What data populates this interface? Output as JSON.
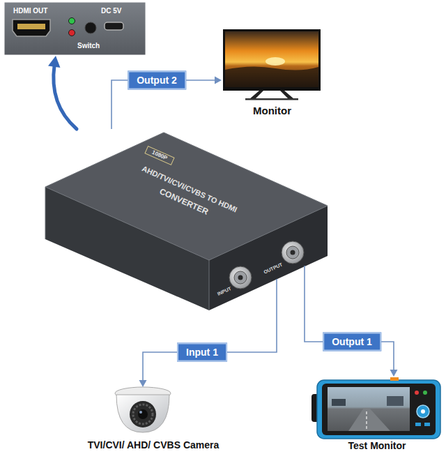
{
  "diagram": {
    "nodes": [
      {
        "text": [
          "HDMI OUT",
          "Switch",
          "DC 5V"
        ]
      },
      {
        "text": [
          "Monitor"
        ]
      },
      {
        "text": [
          "1080P",
          "AHD/TVI/CVI/CVBS TO HDMI",
          "CONVERTER",
          "INPUT",
          "OUTPUT"
        ]
      },
      {
        "text": [
          "TVI/CVI/ AHD/ CVBS Camera"
        ]
      },
      {
        "text": [
          "Test Monitor"
        ]
      }
    ],
    "edges": [
      {
        "from": 2,
        "to": 1,
        "arrow": "to",
        "label": "Output 2"
      },
      {
        "from": 2,
        "to": 3,
        "arrow": "to",
        "label": "Input 1"
      },
      {
        "from": 2,
        "to": 4,
        "arrow": "to",
        "label": "Output 1"
      },
      {
        "from": 2,
        "to": 0,
        "arrow": "to"
      }
    ]
  }
}
